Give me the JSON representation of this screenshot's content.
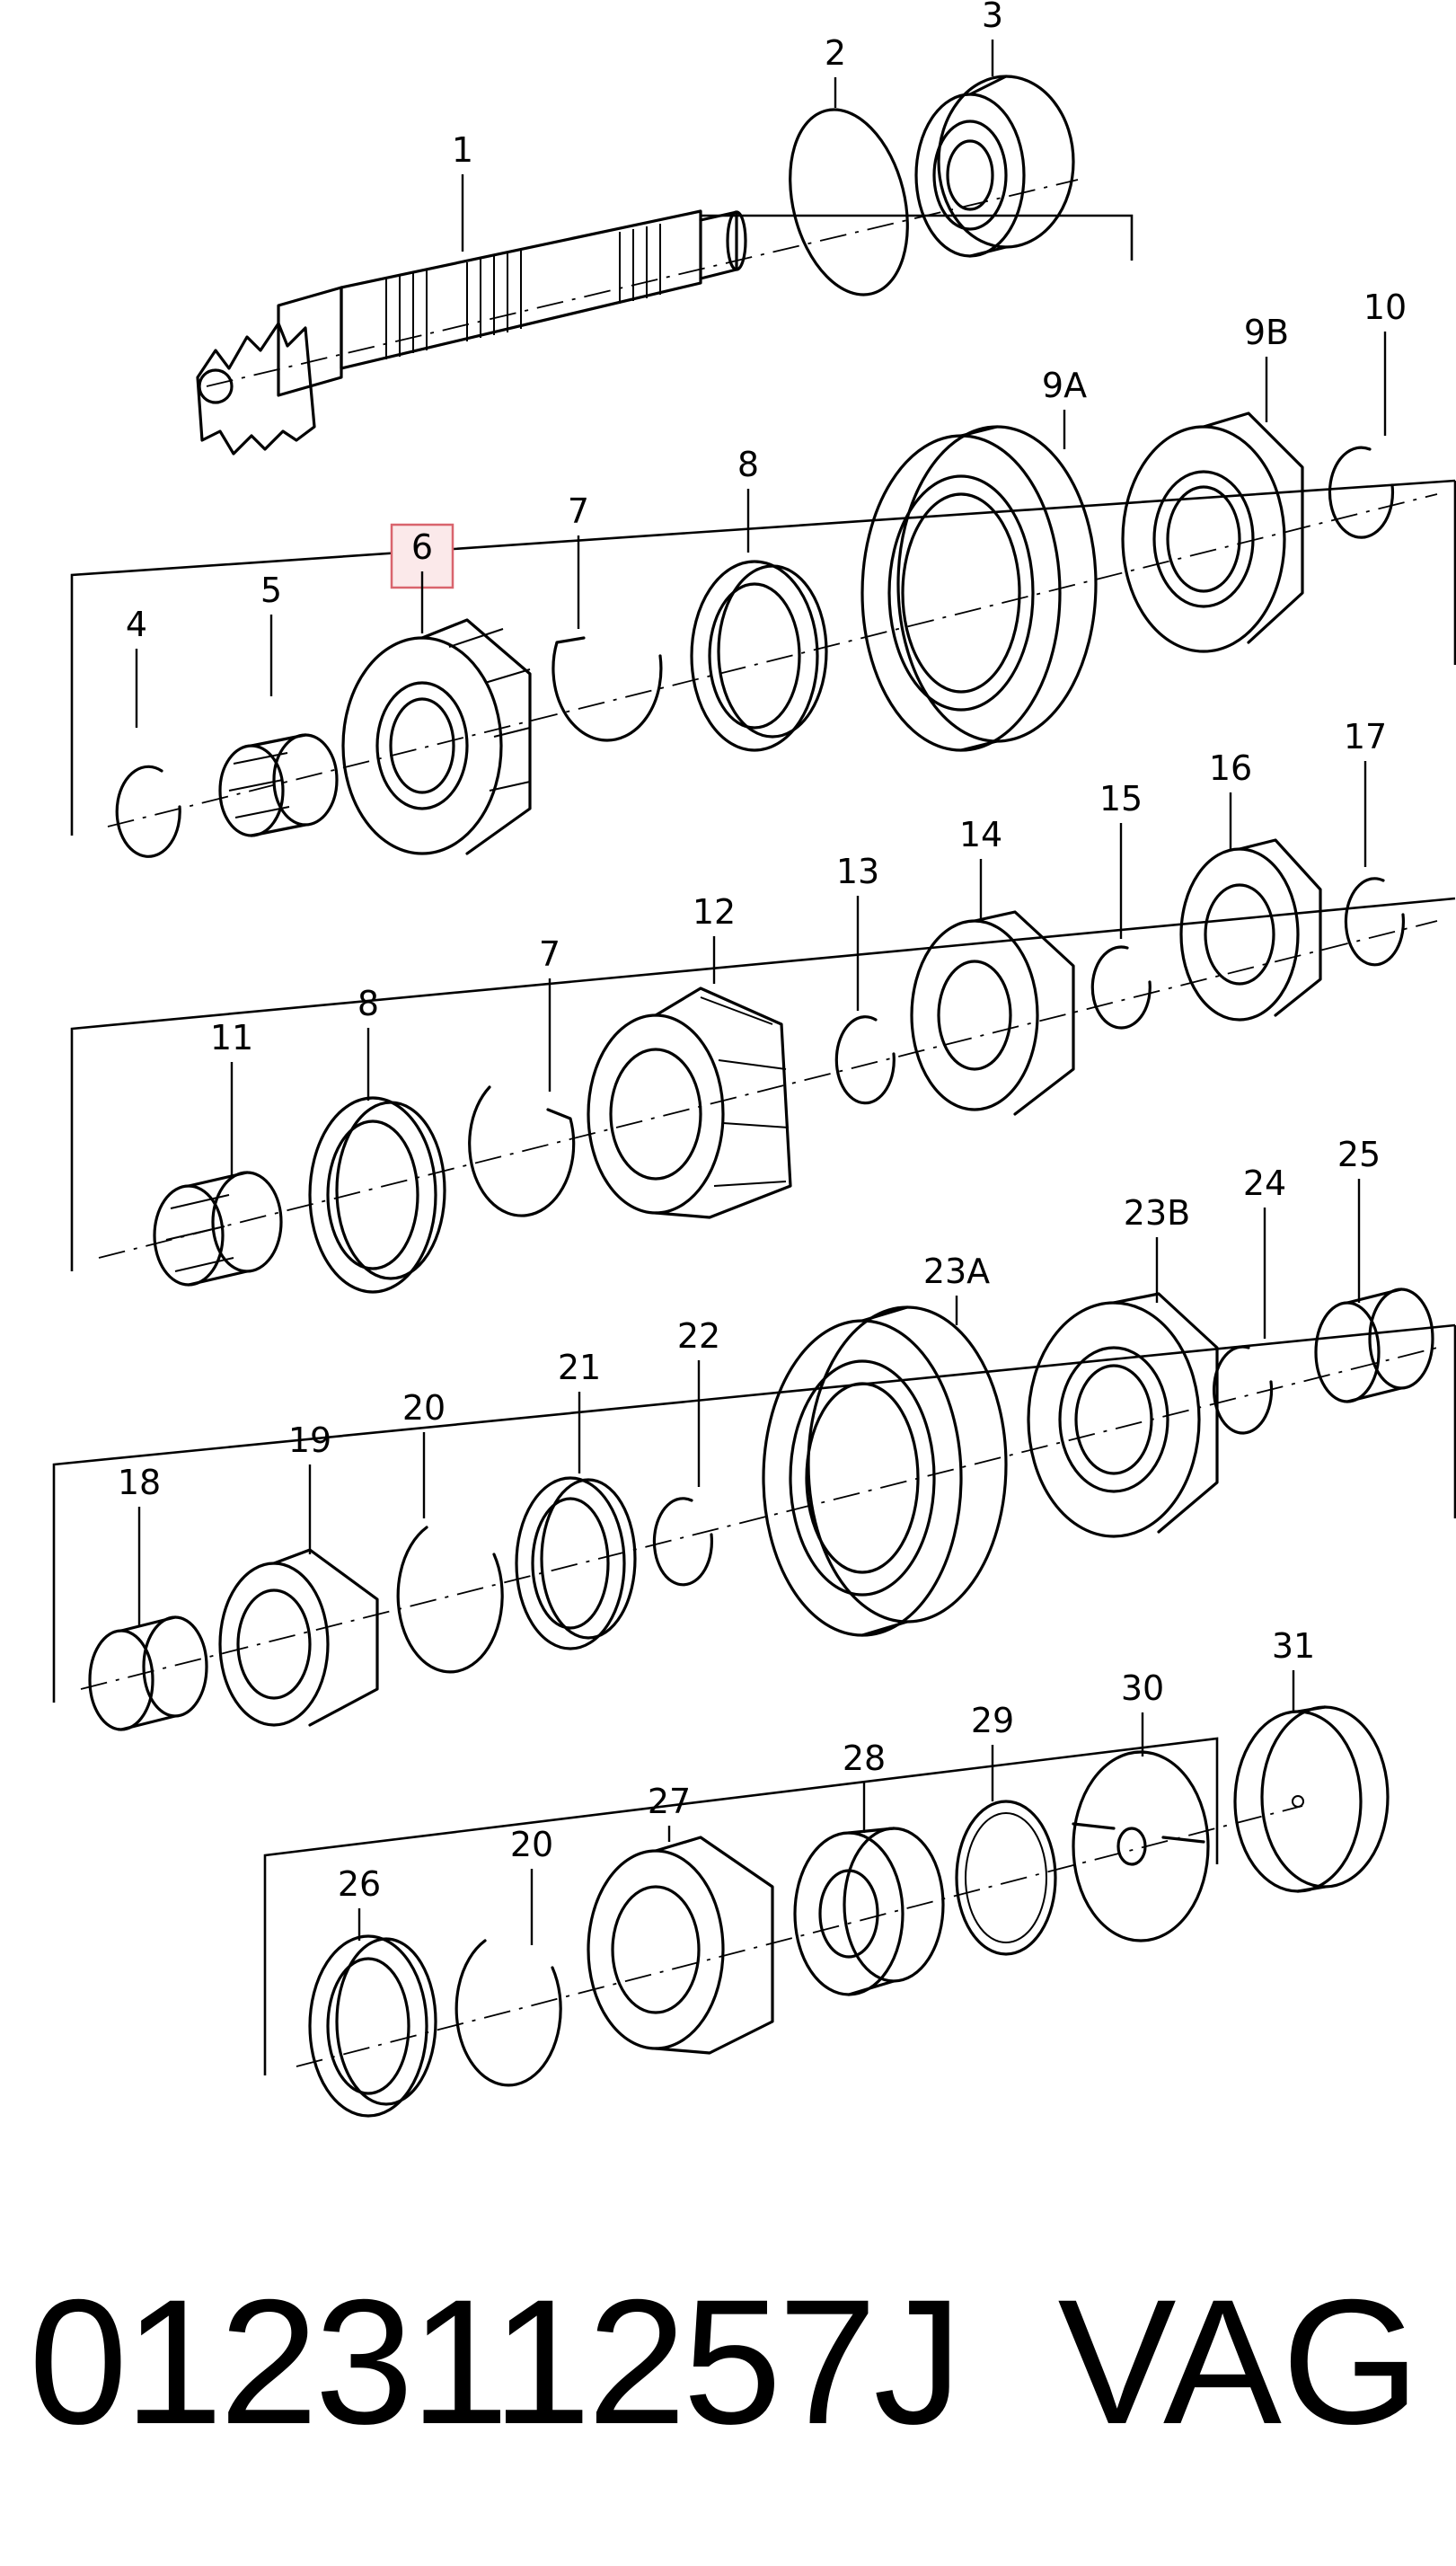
{
  "callouts": {
    "p1": "1",
    "p2": "2",
    "p3": "3",
    "p4": "4",
    "p5": "5",
    "p6": "6",
    "p7a": "7",
    "p8a": "8",
    "p9A": "9A",
    "p9B": "9B",
    "p10": "10",
    "p11": "11",
    "p8b": "8",
    "p7b": "7",
    "p12": "12",
    "p13": "13",
    "p14": "14",
    "p15": "15",
    "p16": "16",
    "p17": "17",
    "p18": "18",
    "p19": "19",
    "p20a": "20",
    "p21": "21",
    "p22": "22",
    "p23A": "23A",
    "p23B": "23B",
    "p24": "24",
    "p25": "25",
    "p26": "26",
    "p20b": "20",
    "p27": "27",
    "p28": "28",
    "p29": "29",
    "p30": "30",
    "p31": "31"
  },
  "highlighted_callout": "6",
  "highlight_color": "#d9646d",
  "footer": {
    "part_number": "012311257J",
    "brand": "VAG"
  }
}
